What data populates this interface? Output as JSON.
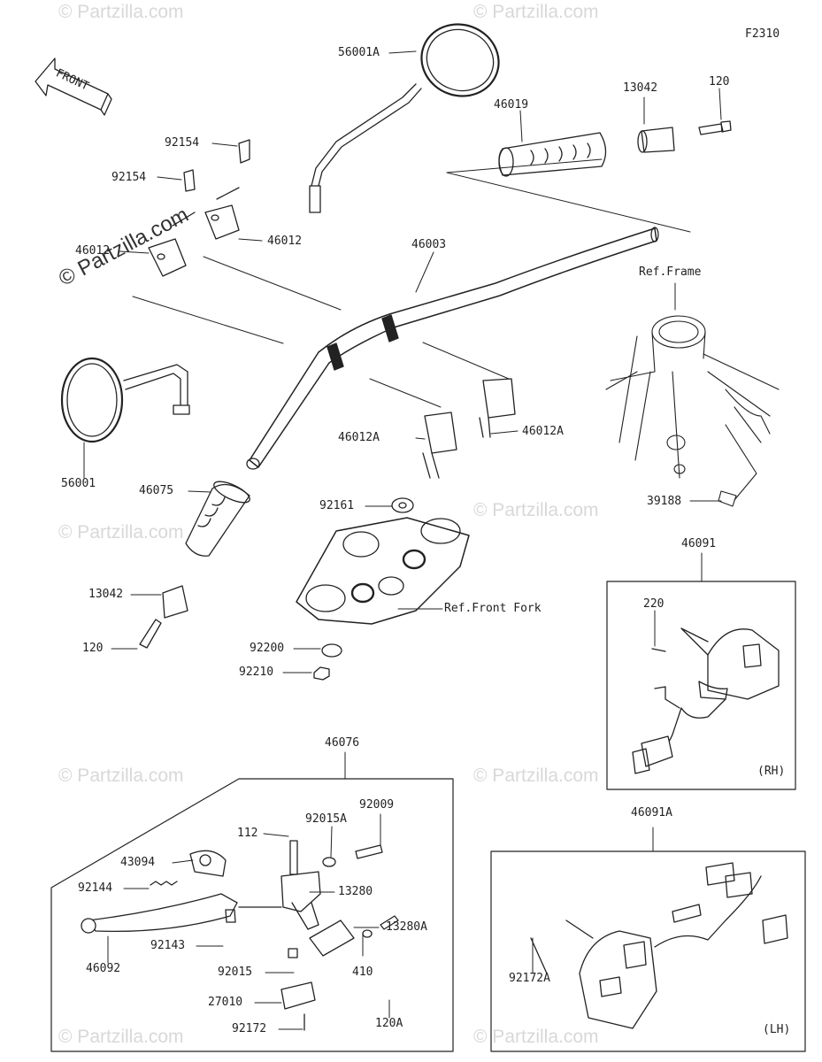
{
  "diagram_code": "F2310",
  "front_arrow_text": "FRONT",
  "watermark": "© Partzilla.com",
  "labels": {
    "p56001A": "56001A",
    "p13042a": "13042",
    "p120a": "120",
    "p46019": "46019",
    "p92154a": "92154",
    "p92154b": "92154",
    "p46012a": "46012",
    "p46012b": "46012",
    "p46003": "46003",
    "refFrame": "Ref.Frame",
    "p56001": "56001",
    "p46075": "46075",
    "p46012Aa": "46012A",
    "p46012Ab": "46012A",
    "p92161": "92161",
    "p39188": "39188",
    "p13042b": "13042",
    "refFork": "Ref.Front Fork",
    "p120b": "120",
    "p92200": "92200",
    "p92210": "92210",
    "p46091": "46091",
    "p220": "220",
    "rh": "(RH)",
    "p46076": "46076",
    "p92009": "92009",
    "p112": "112",
    "p92015A": "92015A",
    "p43094": "43094",
    "p13280": "13280",
    "p92144": "92144",
    "p46091A": "46091A",
    "p13280A": "13280A",
    "p92143": "92143",
    "p46092": "46092",
    "p92015": "92015",
    "p410": "410",
    "p92172A": "92172A",
    "p27010": "27010",
    "p120c": "120A",
    "p92172": "92172",
    "lh": "(LH)"
  }
}
